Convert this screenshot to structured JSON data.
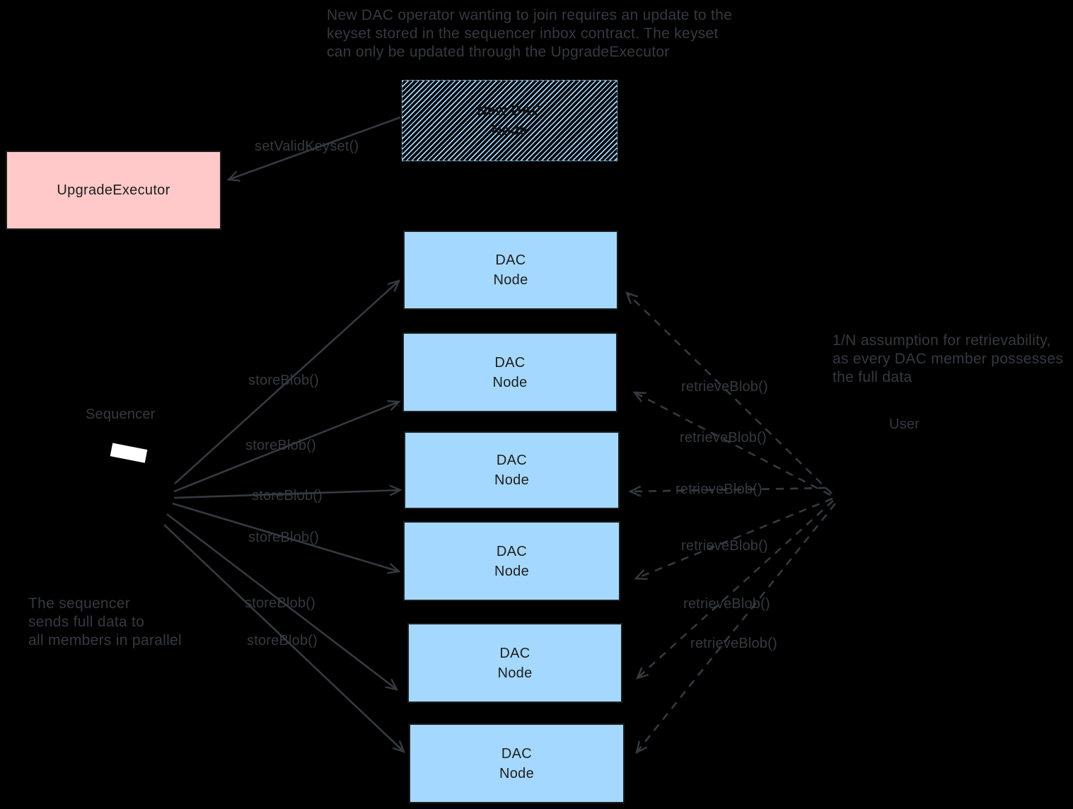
{
  "colors": {
    "background": "#000000",
    "ink": "#343a40",
    "box_border": "#1e1e1e",
    "box_text": "#1e1e1e",
    "node_blue": "#a5d8ff",
    "executor_pink": "#ffc9c9",
    "sequencer_band": "#ffffff"
  },
  "annotations": {
    "top_note": "New DAC operator wanting to join requires an update to the\nkeyset stored in the sequencer inbox contract. The keyset\ncan only be updated through the UpgradeExecutor",
    "left_note": "The sequencer\nsends full data to\nall members in parallel",
    "right_note": "1/N assumption for retrievability,\nas every DAC member possesses\nthe full data",
    "sequencer_label": "Sequencer",
    "user_label": "User"
  },
  "boxes": {
    "upgrade_executor": {
      "label": "UpgradeExecutor"
    },
    "new_dac_node": {
      "label": "New DAC\nNode"
    },
    "dac_nodes": [
      {
        "label": "DAC\nNode"
      },
      {
        "label": "DAC\nNode"
      },
      {
        "label": "DAC\nNode"
      },
      {
        "label": "DAC\nNode"
      },
      {
        "label": "DAC\nNode"
      },
      {
        "label": "DAC\nNode"
      }
    ]
  },
  "edges": {
    "set_valid_keyset_label": "setValidKeyset()",
    "store_blob_labels": [
      "storeBlob()",
      "storeBlob()",
      "storeBlob()",
      "storeBlob()",
      "storeBlob()",
      "storeBlob()"
    ],
    "retrieve_blob_labels": [
      "retrieveBlob()",
      "retrieveBlob()",
      "retrieveBlob()",
      "retrieveBlob()",
      "retrieveBlob()",
      "retrieveBlob()"
    ]
  }
}
